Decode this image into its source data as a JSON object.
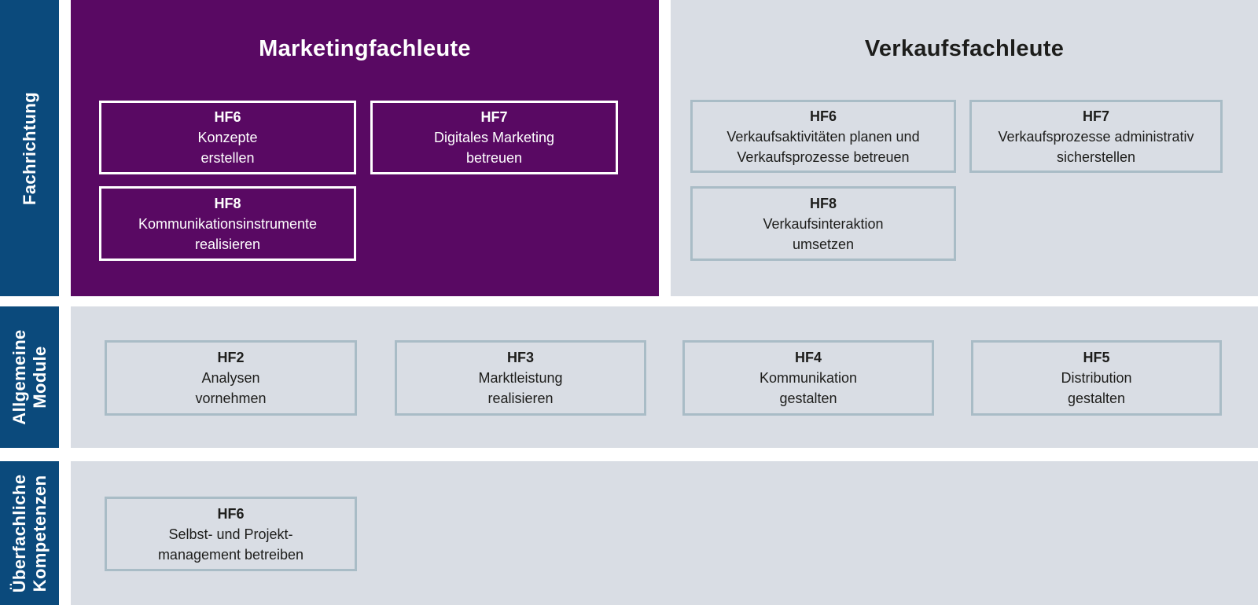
{
  "colors": {
    "sidebar_blue": "#0b4a7c",
    "marketing_purple": "#590963",
    "panel_gray": "#d9dde4",
    "box_border_gray": "#a9bcc6",
    "text_dark": "#1d1d1b",
    "text_light": "#ffffff"
  },
  "rows": [
    {
      "sidebar_label": "Fachrichtung",
      "panels": [
        {
          "title": "Marketingfachleute",
          "boxes": [
            {
              "code": "HF6",
              "text": "Konzepte\nerstellen"
            },
            {
              "code": "HF7",
              "text": "Digitales Marketing\nbetreuen"
            },
            {
              "code": "HF8",
              "text": "Kommunikationsinstrumente\nrealisieren"
            }
          ]
        },
        {
          "title": "Verkaufsfachleute",
          "boxes": [
            {
              "code": "HF6",
              "text": "Verkaufsaktivitäten planen und\nVerkaufsprozesse betreuen"
            },
            {
              "code": "HF7",
              "text": "Verkaufsprozesse administrativ\nsicherstellen"
            },
            {
              "code": "HF8",
              "text": "Verkaufsinteraktion\numsetzen"
            }
          ]
        }
      ]
    },
    {
      "sidebar_label": "Allgemeine\nModule",
      "panels": [
        {
          "boxes": [
            {
              "code": "HF2",
              "text": "Analysen\nvornehmen"
            },
            {
              "code": "HF3",
              "text": "Marktleistung\nrealisieren"
            },
            {
              "code": "HF4",
              "text": "Kommunikation\ngestalten"
            },
            {
              "code": "HF5",
              "text": "Distribution\ngestalten"
            }
          ]
        }
      ]
    },
    {
      "sidebar_label": "Überfachliche\nKompetenzen",
      "panels": [
        {
          "boxes": [
            {
              "code": "HF6",
              "text": "Selbst- und Projekt-\nmanagement betreiben"
            }
          ]
        }
      ]
    }
  ]
}
